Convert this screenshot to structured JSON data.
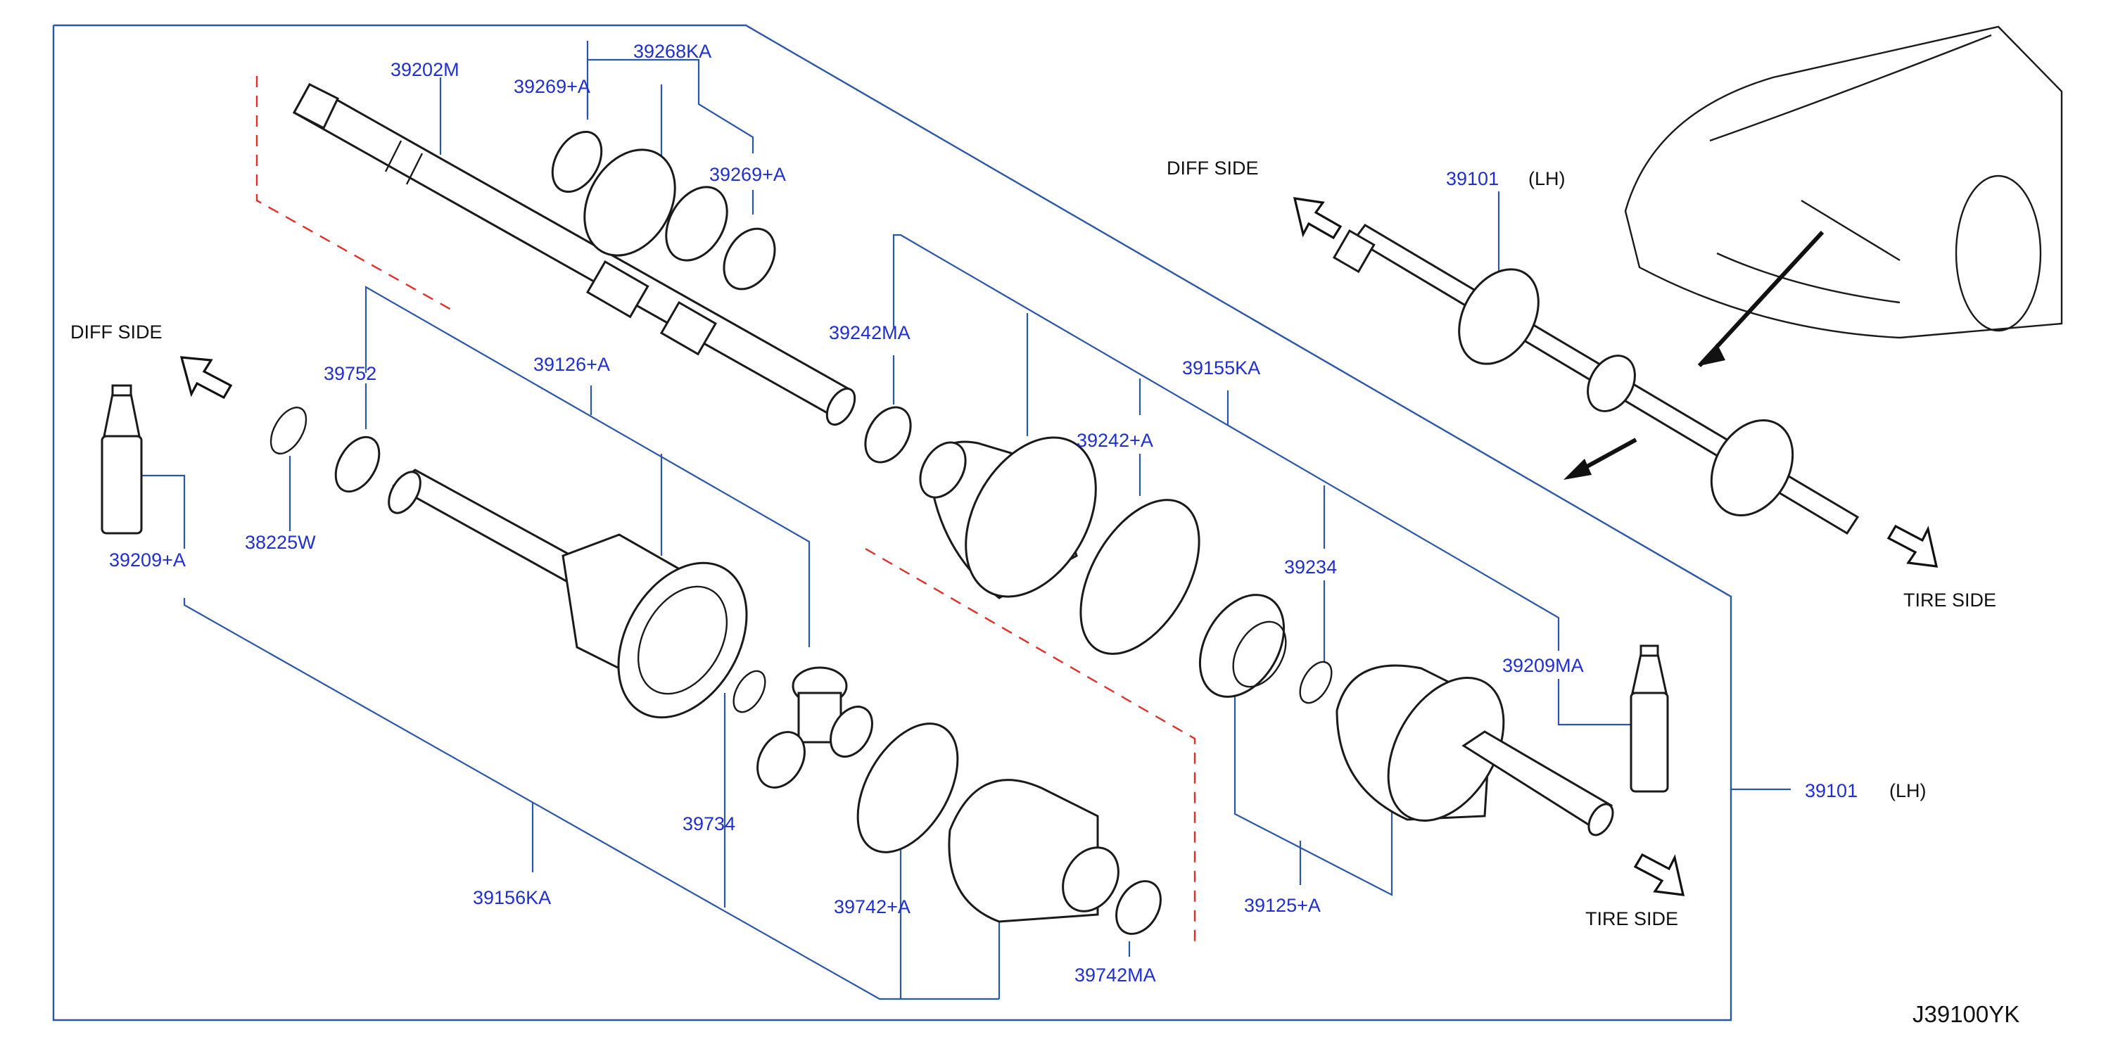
{
  "diagram": {
    "code": "J39100YK",
    "colors": {
      "part_number": "#1f2fd0",
      "leader_line": "#2b57a8",
      "centerline": "#e0302a",
      "outline": "#1a1a1a"
    },
    "callouts": {
      "p39202M": "39202M",
      "p39268KA": "39268KA",
      "p39269A_top": "39269+A",
      "p39269A_bottom": "39269+A",
      "p39752": "39752",
      "p39126A": "39126+A",
      "p38225W": "38225W",
      "p39209A_left": "39209+A",
      "p39242MA": "39242MA",
      "p39155KA": "39155KA",
      "p39242A": "39242+A",
      "p39234": "39234",
      "p39209MA": "39209MA",
      "p39101_top": "39101",
      "p39101_right": "39101",
      "p39734": "39734",
      "p39156KA": "39156KA",
      "p39742A": "39742+A",
      "p39742MA": "39742MA",
      "p39125A": "39125+A"
    },
    "side_labels": {
      "lh_top": "(LH)",
      "lh_right": "(LH)",
      "diff_side_left": "DIFF SIDE",
      "diff_side_top": "DIFF SIDE",
      "tire_side_top": "TIRE SIDE",
      "tire_side_bottom": "TIRE SIDE"
    },
    "icons": [
      "direction-arrow-icon",
      "vehicle-front-illustration"
    ]
  }
}
